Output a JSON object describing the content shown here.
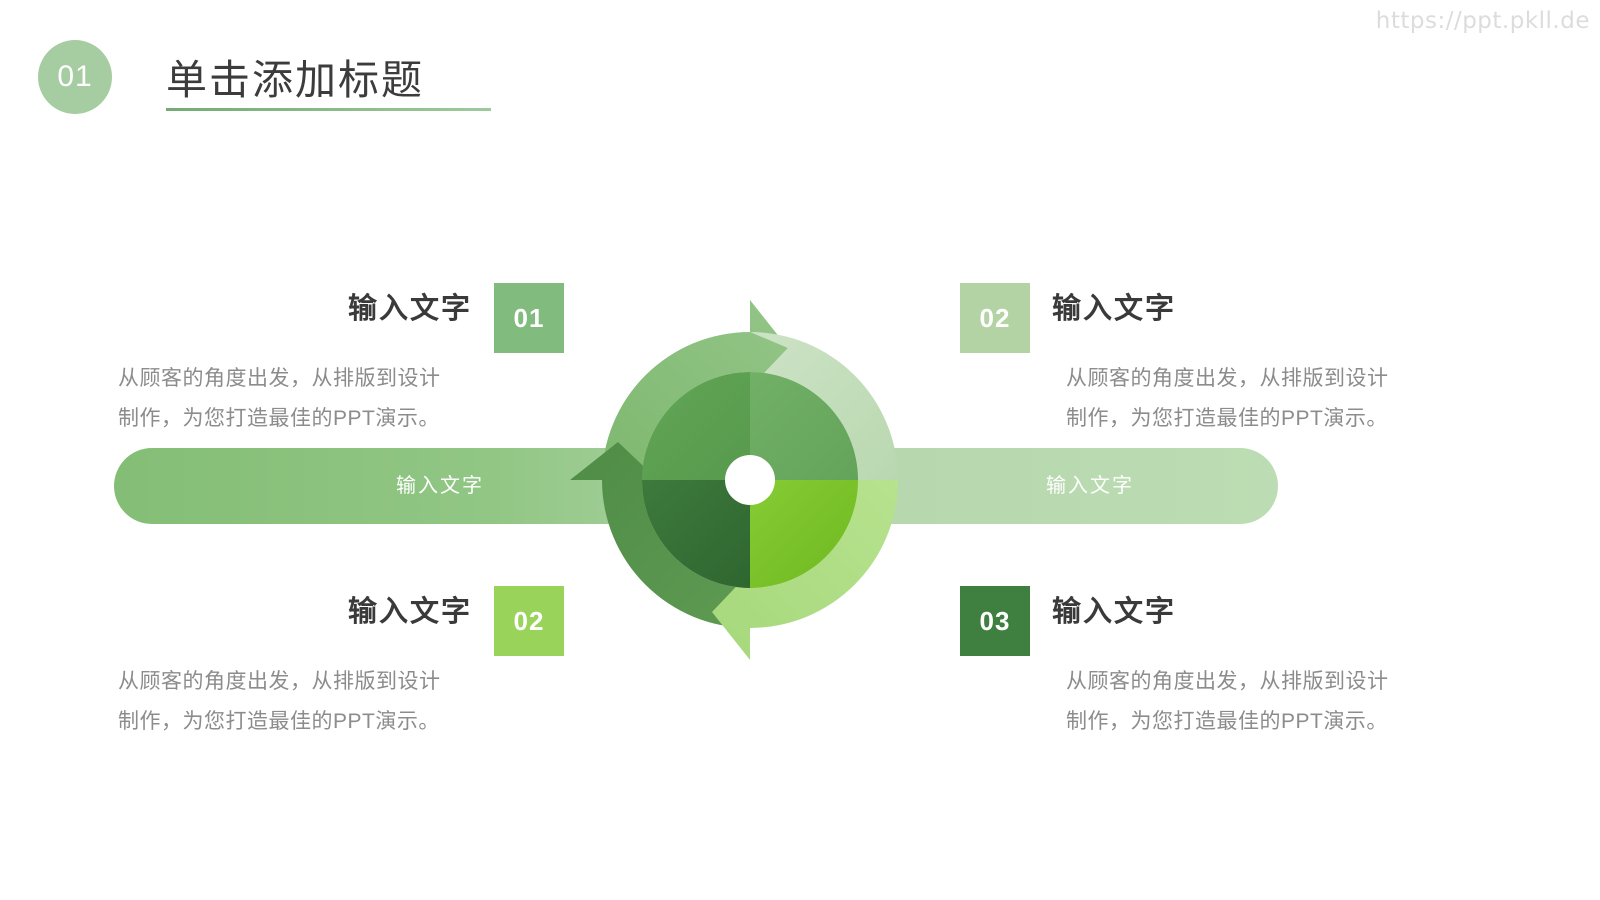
{
  "watermark": "https://ppt.pkll.de",
  "header": {
    "badge": "01",
    "title": "单击添加标题"
  },
  "band": {
    "left_label": "输入文字",
    "right_label": "输入文字",
    "color_left": "#84be76",
    "color_right": "#bcdcb3"
  },
  "blocks": [
    {
      "id": "top-left",
      "number": "01",
      "title": "输入文字",
      "body_line1": "从顾客的角度出发，从排版到设计",
      "body_line2": "制作，为您打造最佳的PPT演示。",
      "chip_color": "#82bb7e"
    },
    {
      "id": "top-right",
      "number": "02",
      "title": "输入文字",
      "body_line1": "从顾客的角度出发，从排版到设计",
      "body_line2": "制作，为您打造最佳的PPT演示。",
      "chip_color": "#b3d3a4"
    },
    {
      "id": "bottom-left",
      "number": "02",
      "title": "输入文字",
      "body_line1": "从顾客的角度出发，从排版到设计",
      "body_line2": "制作，为您打造最佳的PPT演示。",
      "chip_color": "#9ad35a"
    },
    {
      "id": "bottom-right",
      "number": "03",
      "title": "输入文字",
      "body_line1": "从顾客的角度出发，从排版到设计",
      "body_line2": "制作，为您打造最佳的PPT演示。",
      "chip_color": "#3f8040"
    }
  ],
  "wheel": {
    "outer_top_left": "#87bc7b",
    "outer_top_right": "#c3ddbb",
    "outer_bottom_left": "#4e8b45",
    "outer_bottom_right": "#aedd84",
    "inner_top_left": "#5da152",
    "inner_top_right": "#6aab60",
    "inner_bottom_left": "#39703a",
    "inner_bottom_right": "#7cc42a",
    "hub_color": "#ffffff"
  },
  "theme": {
    "header_badge_color": "#a6cda1",
    "title_color": "#3c3c3c",
    "body_text_color": "#8c8c8c",
    "background": "#ffffff"
  }
}
